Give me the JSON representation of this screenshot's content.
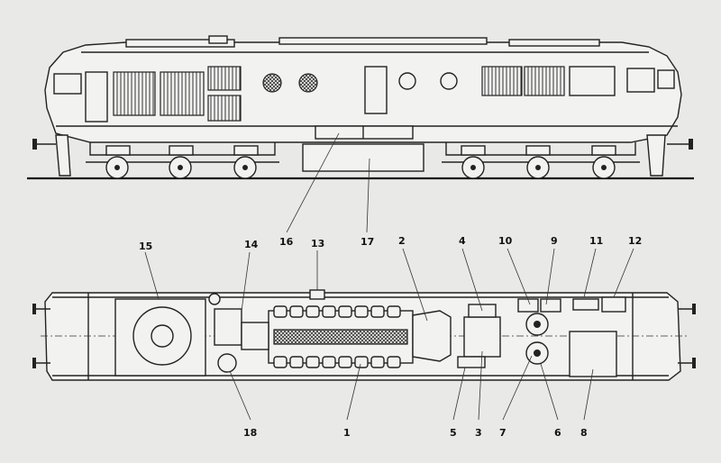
{
  "labels": {
    "l1": "1",
    "l2": "2",
    "l3": "3",
    "l4": "4",
    "l5": "5",
    "l6": "6",
    "l7": "7",
    "l8": "8",
    "l9": "9",
    "l10": "10",
    "l11": "11",
    "l12": "12",
    "l13": "13",
    "l14": "14",
    "l15": "15",
    "l16": "16",
    "l17": "17",
    "l18": "18"
  },
  "colors": {
    "paper": "#e9e9e7",
    "ink": "#222222"
  }
}
